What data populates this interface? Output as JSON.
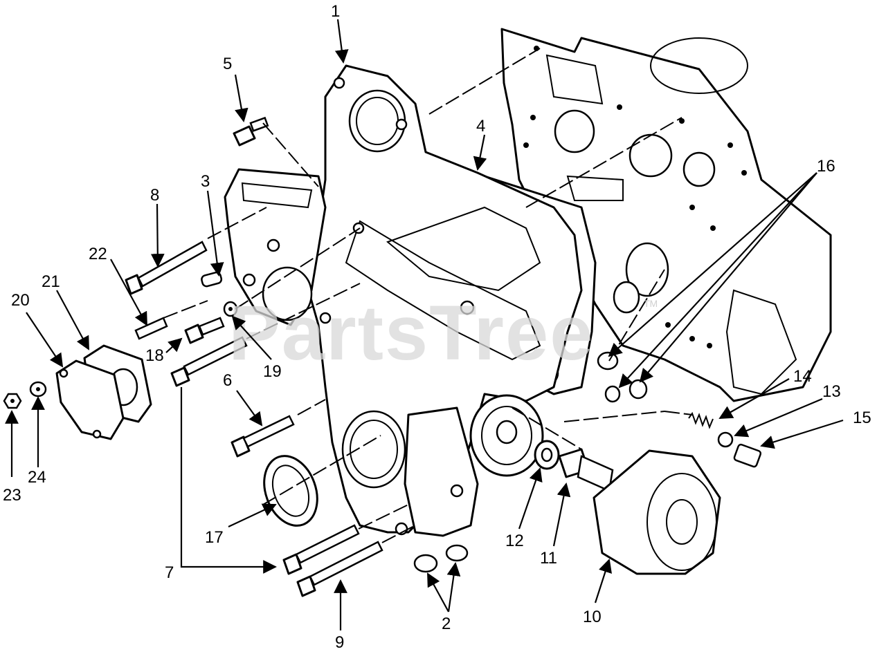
{
  "watermark": {
    "text": "PartsTree",
    "mark": "TM"
  },
  "callouts": {
    "c1": "1",
    "c2": "2",
    "c3": "3",
    "c4": "4",
    "c5": "5",
    "c6": "6",
    "c7": "7",
    "c8": "8",
    "c9": "9",
    "c10": "10",
    "c11": "11",
    "c12": "12",
    "c13": "13",
    "c14": "14",
    "c15": "15",
    "c16": "16",
    "c17": "17",
    "c18": "18",
    "c19": "19",
    "c20": "20",
    "c21": "21",
    "c22": "22",
    "c23": "23",
    "c24": "24"
  }
}
